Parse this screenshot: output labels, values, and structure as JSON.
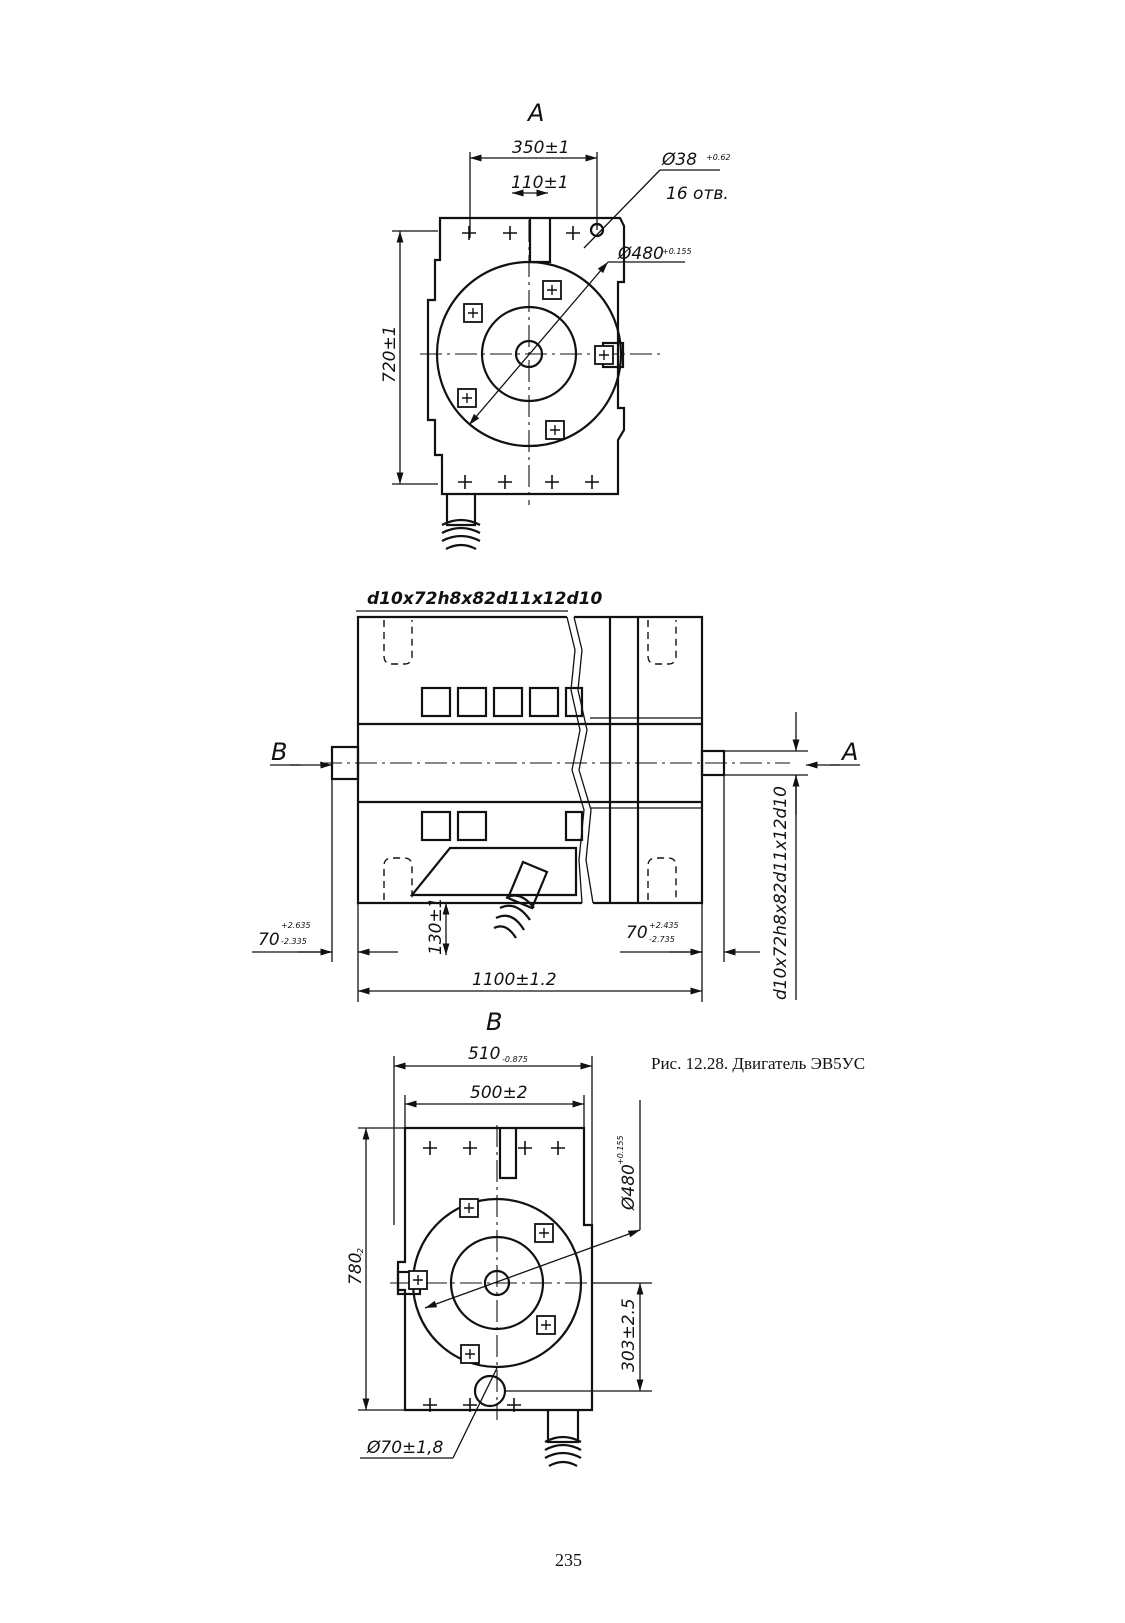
{
  "caption": "Рис. 12.28. Двигатель ЭВ5УС",
  "page_number": "235",
  "views": {
    "top": {
      "label": "A",
      "dim_width": "350±1",
      "dim_slot": "110±1",
      "dim_hole": "Ø38",
      "dim_hole_tol": "+0.62",
      "dim_hole_count": "16 отв.",
      "dim_diameter": "Ø480",
      "dim_diameter_tol": "+0.155",
      "dim_height": "720±1"
    },
    "side": {
      "spline_top": "d10x72h8x82d11x12d10",
      "spline_right": "d10x72h8x82d11x12d10",
      "arrow_left": "B",
      "arrow_right": "A",
      "dim_left_shaft": "70",
      "dim_left_shaft_tol_upper": "+2.635",
      "dim_left_shaft_tol_lower": "-2.335",
      "dim_right_shaft": "70",
      "dim_right_shaft_tol_upper": "+2.435",
      "dim_right_shaft_tol_lower": "-2.735",
      "dim_foot": "130±1",
      "dim_length": "1100±1.2"
    },
    "bottom": {
      "label": "B",
      "dim_width": "510",
      "dim_width_tol": "-0.875",
      "dim_inner_width": "500±2",
      "dim_height": "780",
      "dim_height_tol": "-2",
      "dim_diameter": "Ø480",
      "dim_diameter_tol": "+0.155",
      "dim_offset": "303±2.5",
      "dim_hole": "Ø70±1,8"
    }
  }
}
